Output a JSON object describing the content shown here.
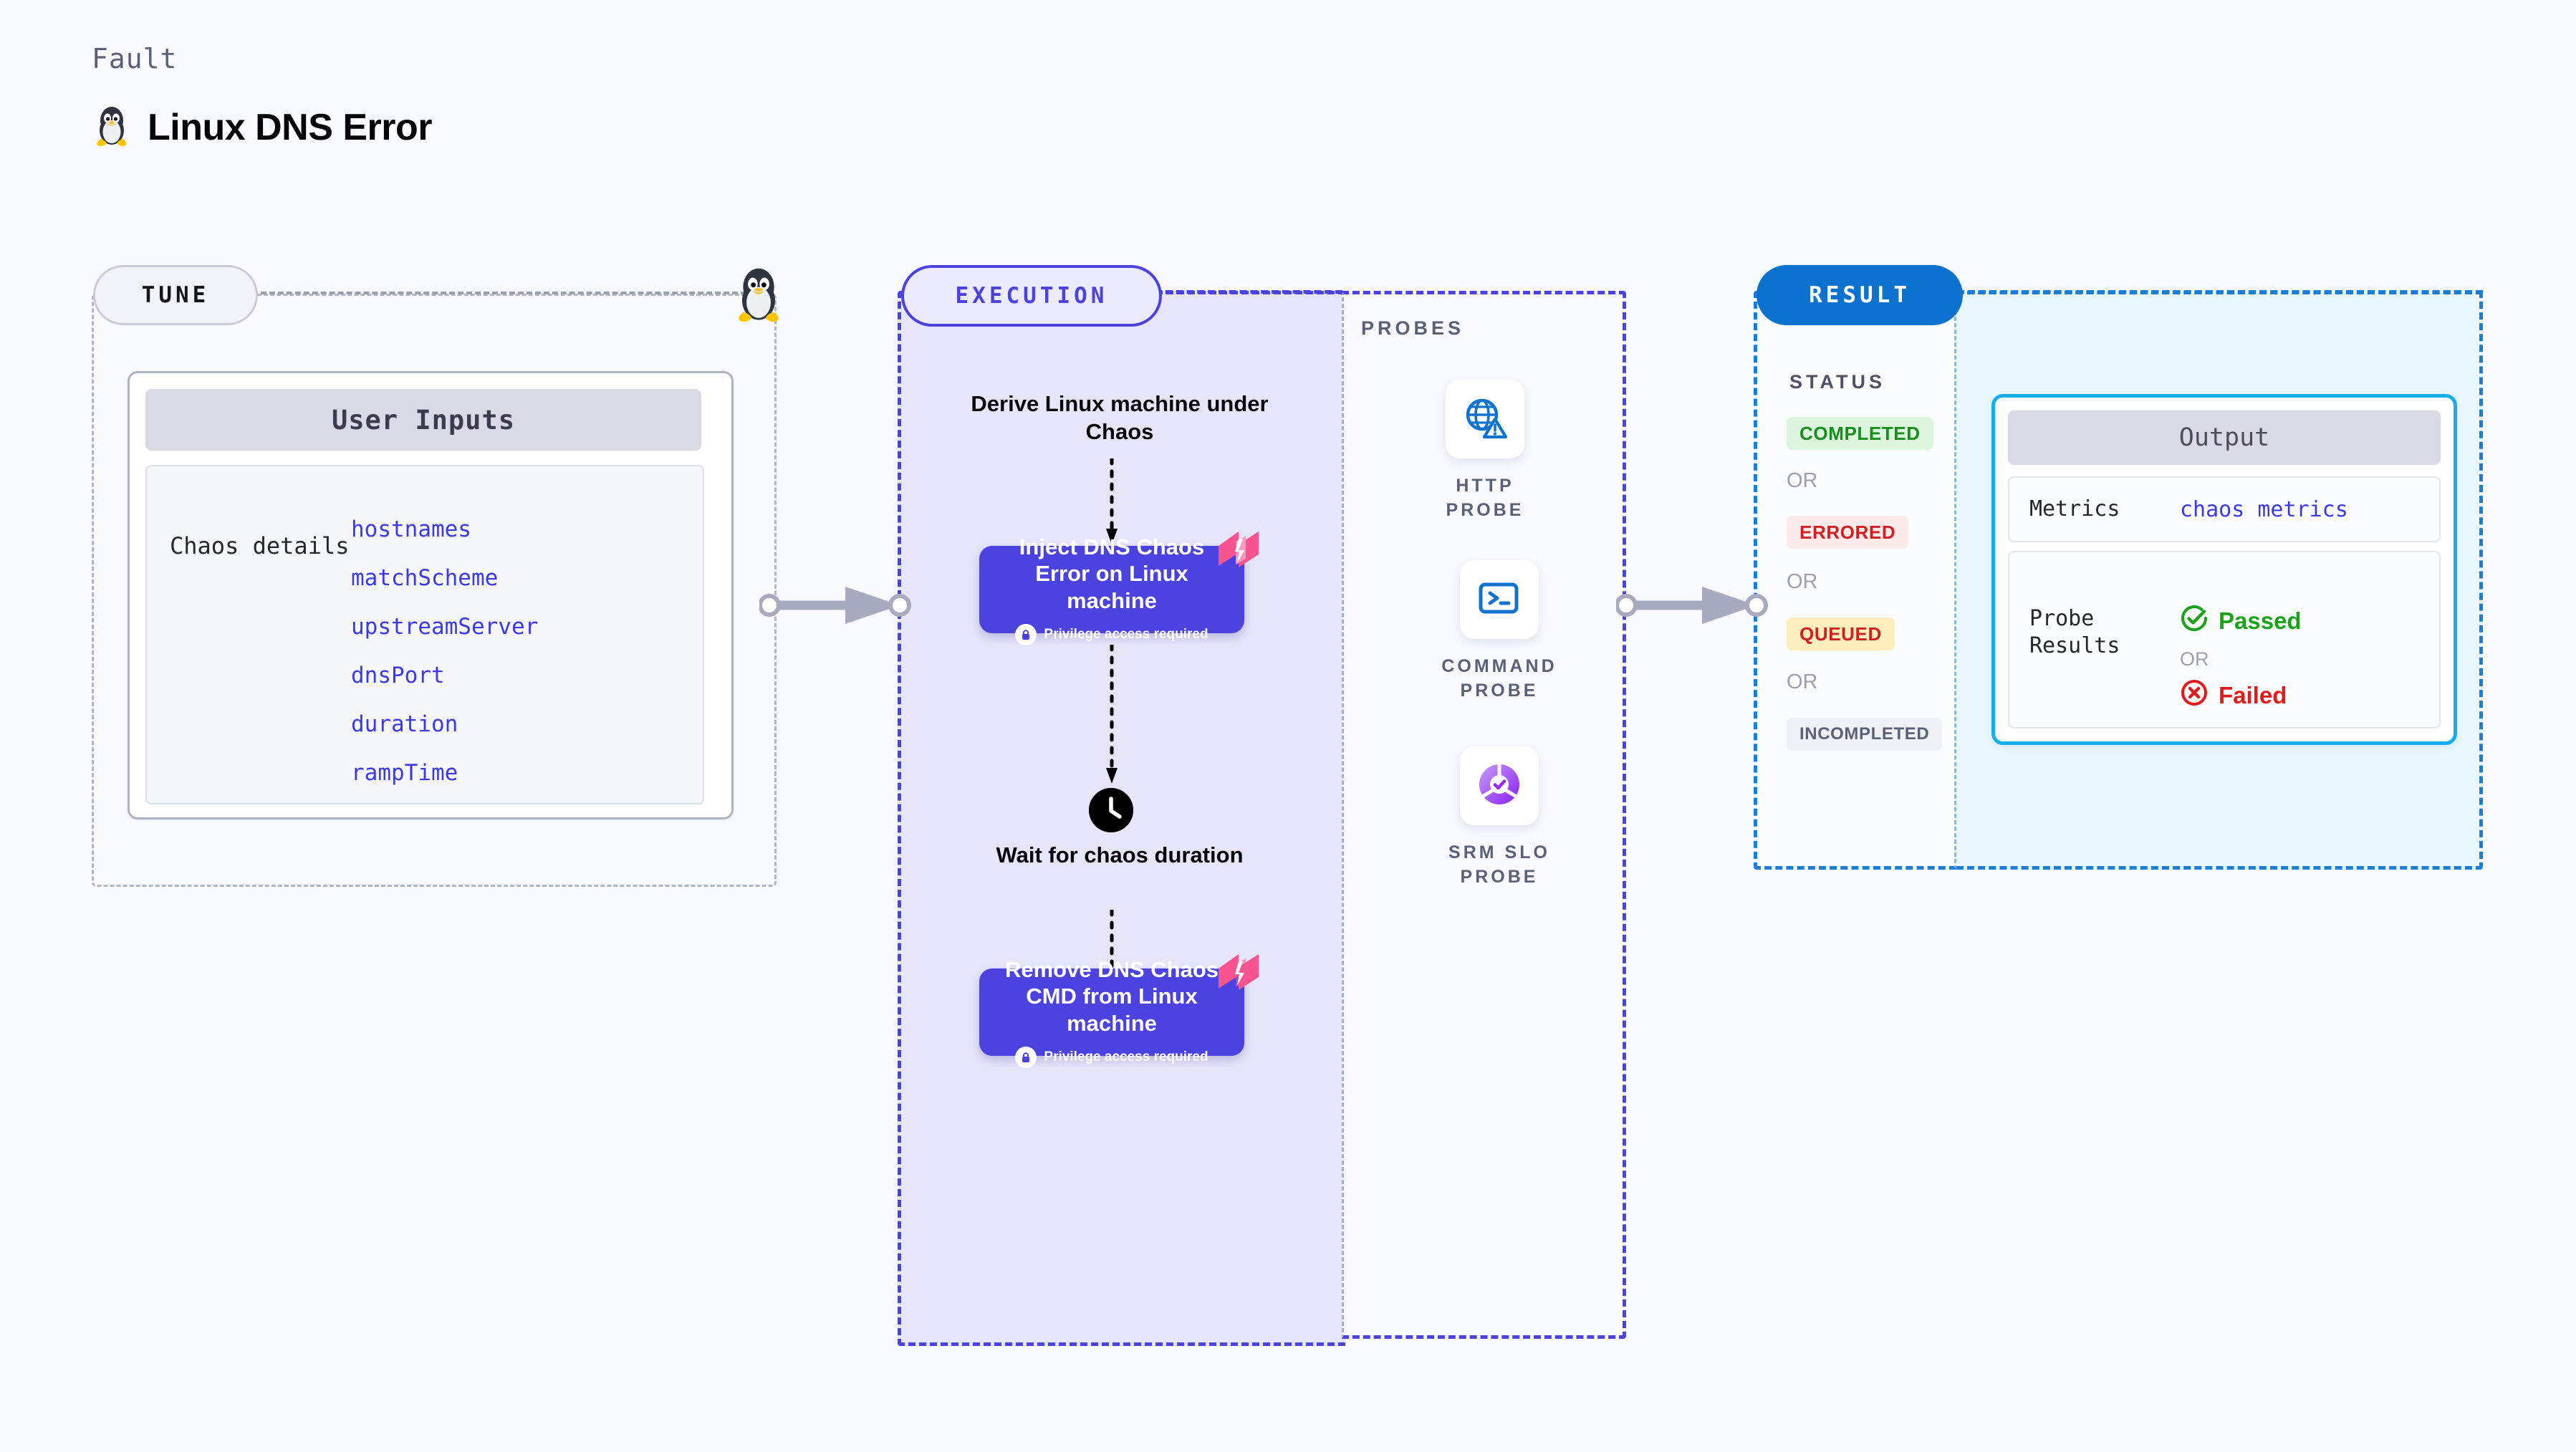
{
  "header": {
    "kicker": "Fault",
    "title": "Linux DNS Error",
    "icon": "tux-penguin-icon"
  },
  "tune": {
    "pill_label": "TUNE",
    "junction_icon": "tux-penguin-icon",
    "card": {
      "header": "User Inputs",
      "group_label": "Chaos details",
      "params": [
        "hostnames",
        "matchScheme",
        "upstreamServer",
        "dnsPort",
        "duration",
        "rampTime"
      ]
    }
  },
  "execution": {
    "pill_label": "EXECUTION",
    "steps": [
      {
        "type": "text",
        "label": "Derive Linux machine\nunder Chaos"
      },
      {
        "type": "chaos-node",
        "label": "Inject DNS Chaos Error on Linux machine",
        "note": "Privilege access required",
        "badge": "litmus-chaos-flag-icon",
        "note_icon": "lock-icon"
      },
      {
        "type": "wait",
        "icon": "clock-icon",
        "label": "Wait for chaos\nduration"
      },
      {
        "type": "chaos-node",
        "label": "Remove DNS Chaos CMD from Linux machine",
        "note": "Privilege access required",
        "badge": "litmus-chaos-flag-icon",
        "note_icon": "lock-icon"
      }
    ],
    "node1_title": "Inject DNS Chaos Error on Linux machine",
    "node1_note": "Privilege access required",
    "node2_title": "Remove DNS Chaos CMD from Linux machine",
    "node2_note": "Privilege access required",
    "derive_text": "Derive Linux machine under Chaos",
    "wait_text": "Wait for chaos duration"
  },
  "probes": {
    "section_label": "PROBES",
    "items": [
      {
        "label": "HTTP PROBE",
        "icon": "globe-warning-icon"
      },
      {
        "label": "COMMAND PROBE",
        "icon": "terminal-icon"
      },
      {
        "label": "SRM SLO PROBE",
        "icon": "slo-donut-check-icon"
      }
    ]
  },
  "result": {
    "pill_label": "RESULT",
    "status_label": "STATUS",
    "or_label": "OR",
    "statuses": [
      {
        "label": "COMPLETED",
        "bg": "#dcf5dd",
        "fg": "#168f1f"
      },
      {
        "label": "ERRORED",
        "bg": "#fdeaea",
        "fg": "#d31f1f"
      },
      {
        "label": "QUEUED",
        "bg": "#fdeebe",
        "fg": "#d31f1f"
      },
      {
        "label": "INCOMPLETED",
        "bg": "#f0f1f6",
        "fg": "#5a6175"
      }
    ],
    "output": {
      "header": "Output",
      "metrics_key": "Metrics",
      "metrics_value": "chaos metrics",
      "probe_results_key": "Probe Results",
      "passed_label": "Passed",
      "failed_label": "Failed",
      "or_label": "OR",
      "passed_icon": "check-circle-icon",
      "failed_icon": "x-circle-icon"
    }
  },
  "colors": {
    "page_bg": "#f9faff",
    "accent_purple": "#4b42e0",
    "accent_blue": "#0b72cf",
    "accent_cyan": "#16aeef",
    "exec_bg": "#e6e6fb",
    "result_bg": "#e9f8fe",
    "pink_flag": "#f9548f",
    "passed_green": "#1aa21a",
    "failed_red": "#e01b1b"
  }
}
